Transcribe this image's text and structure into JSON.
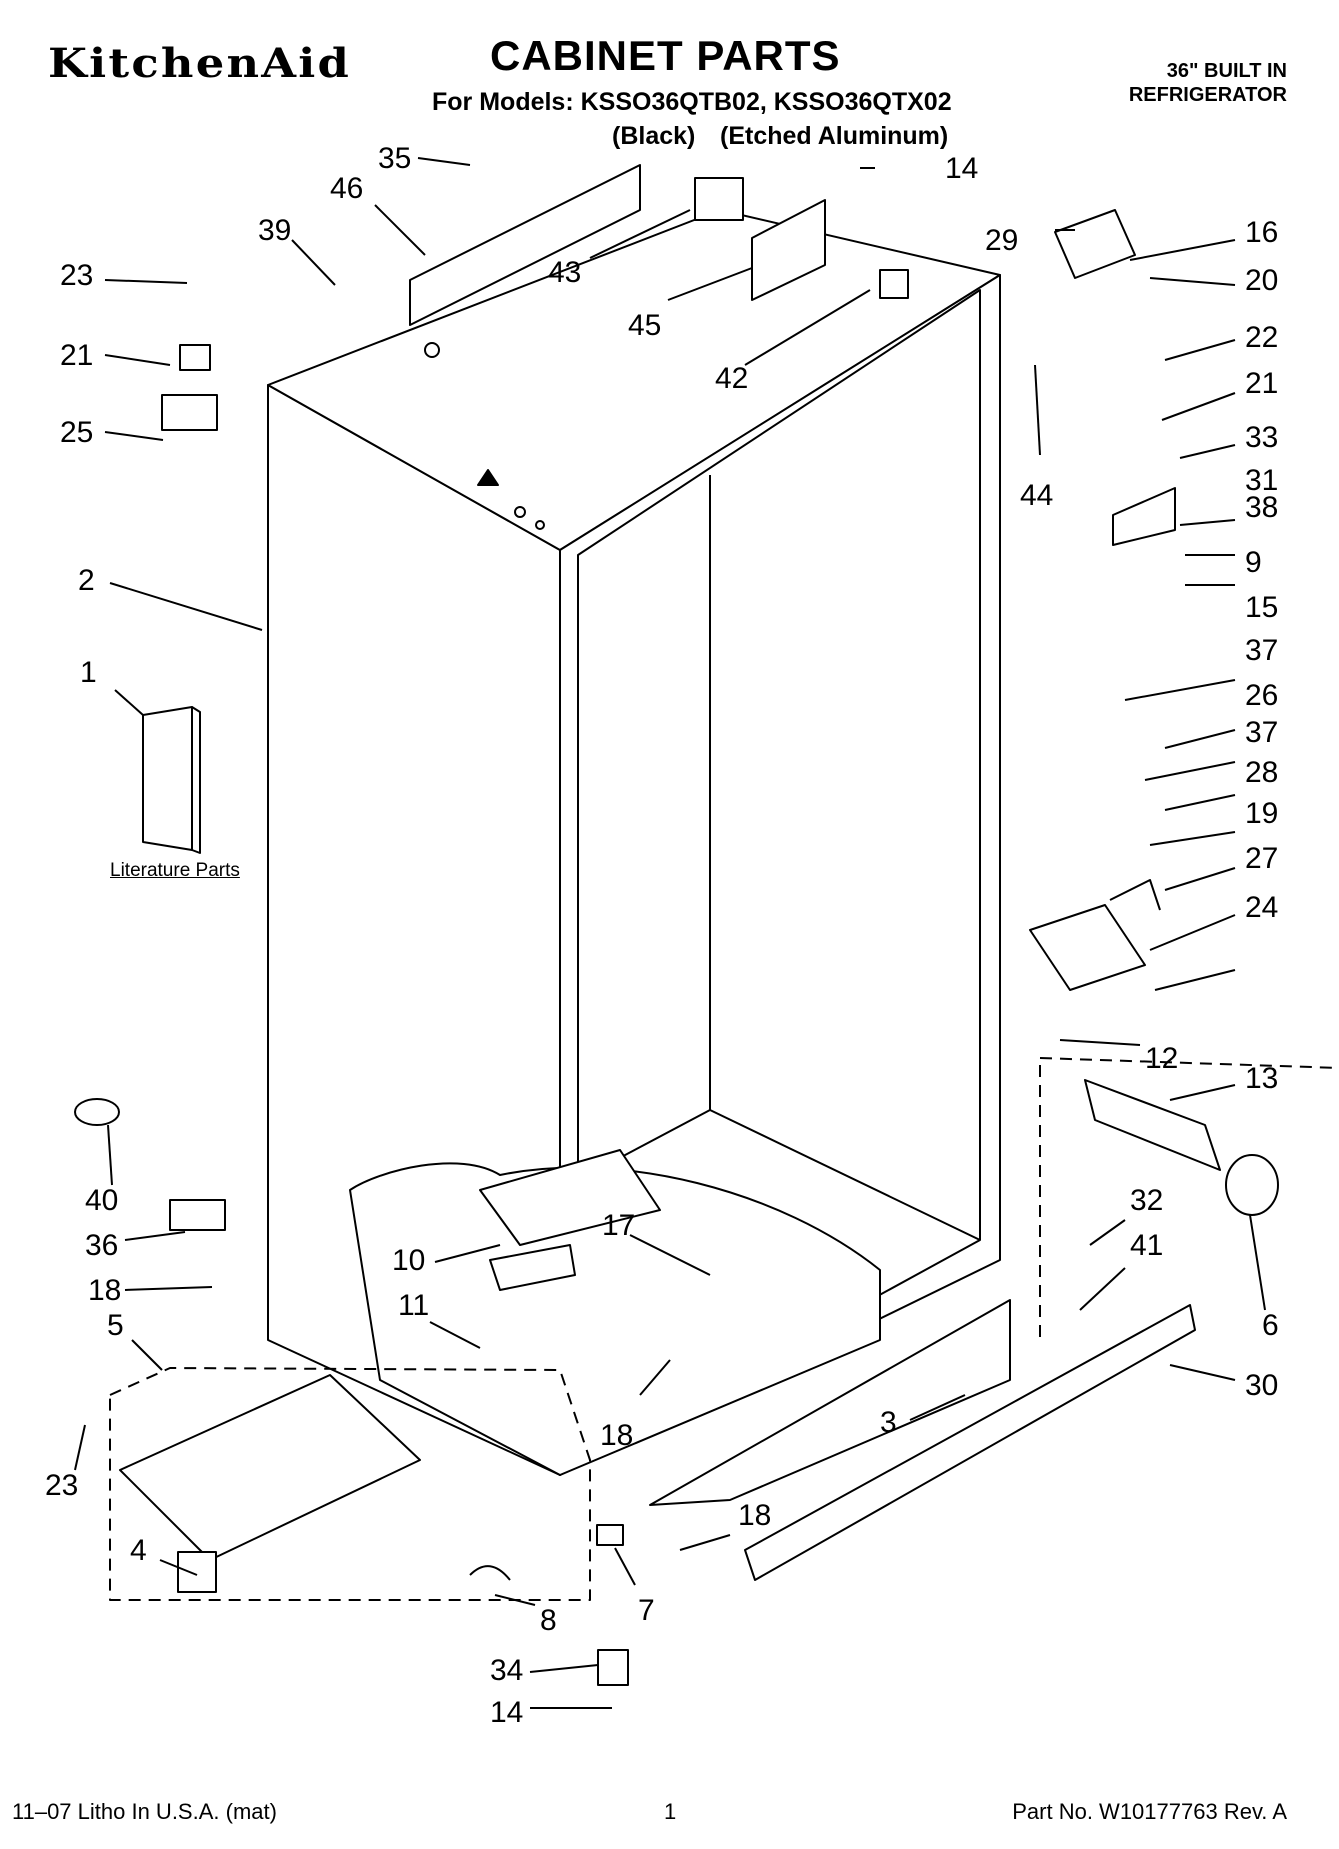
{
  "header": {
    "brand": "KitchenAid",
    "title": "CABINET PARTS",
    "models_line": "For Models: KSSO36QTB02, KSSO36QTX02",
    "variant_black": "(Black)",
    "variant_aluminum": "(Etched Aluminum)",
    "product_line1": "36\" BUILT IN",
    "product_line2": "REFRIGERATOR"
  },
  "literature_label": "Literature Parts",
  "footer": {
    "litho": "11–07 Litho In U.S.A. (mat)",
    "page": "1",
    "part_no": "Part No. W10177763 Rev. A"
  },
  "callouts": [
    "35",
    "46",
    "39",
    "23",
    "21",
    "25",
    "2",
    "1",
    "14",
    "43",
    "45",
    "42",
    "29",
    "16",
    "20",
    "22",
    "44",
    "21",
    "33",
    "31",
    "38",
    "9",
    "15",
    "37",
    "26",
    "37",
    "28",
    "19",
    "27",
    "24",
    "12",
    "13",
    "6",
    "40",
    "36",
    "18",
    "5",
    "23",
    "4",
    "10",
    "11",
    "17",
    "18",
    "32",
    "41",
    "3",
    "30",
    "18",
    "7",
    "8",
    "34",
    "14"
  ]
}
